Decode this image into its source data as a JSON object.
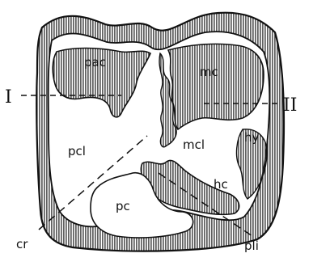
{
  "figure": {
    "labels": {
      "pac": "pac",
      "mc": "mc",
      "pcl": "pcl",
      "mcl": "mcl",
      "hy": "hy",
      "hc": "hc",
      "pc": "pc",
      "cr": "cr",
      "pli": "pli",
      "section_I": "I",
      "section_II": "II"
    }
  },
  "colors": {
    "ink": "#111111",
    "hatch": "#2a2a2a",
    "paper": "#ffffff"
  }
}
